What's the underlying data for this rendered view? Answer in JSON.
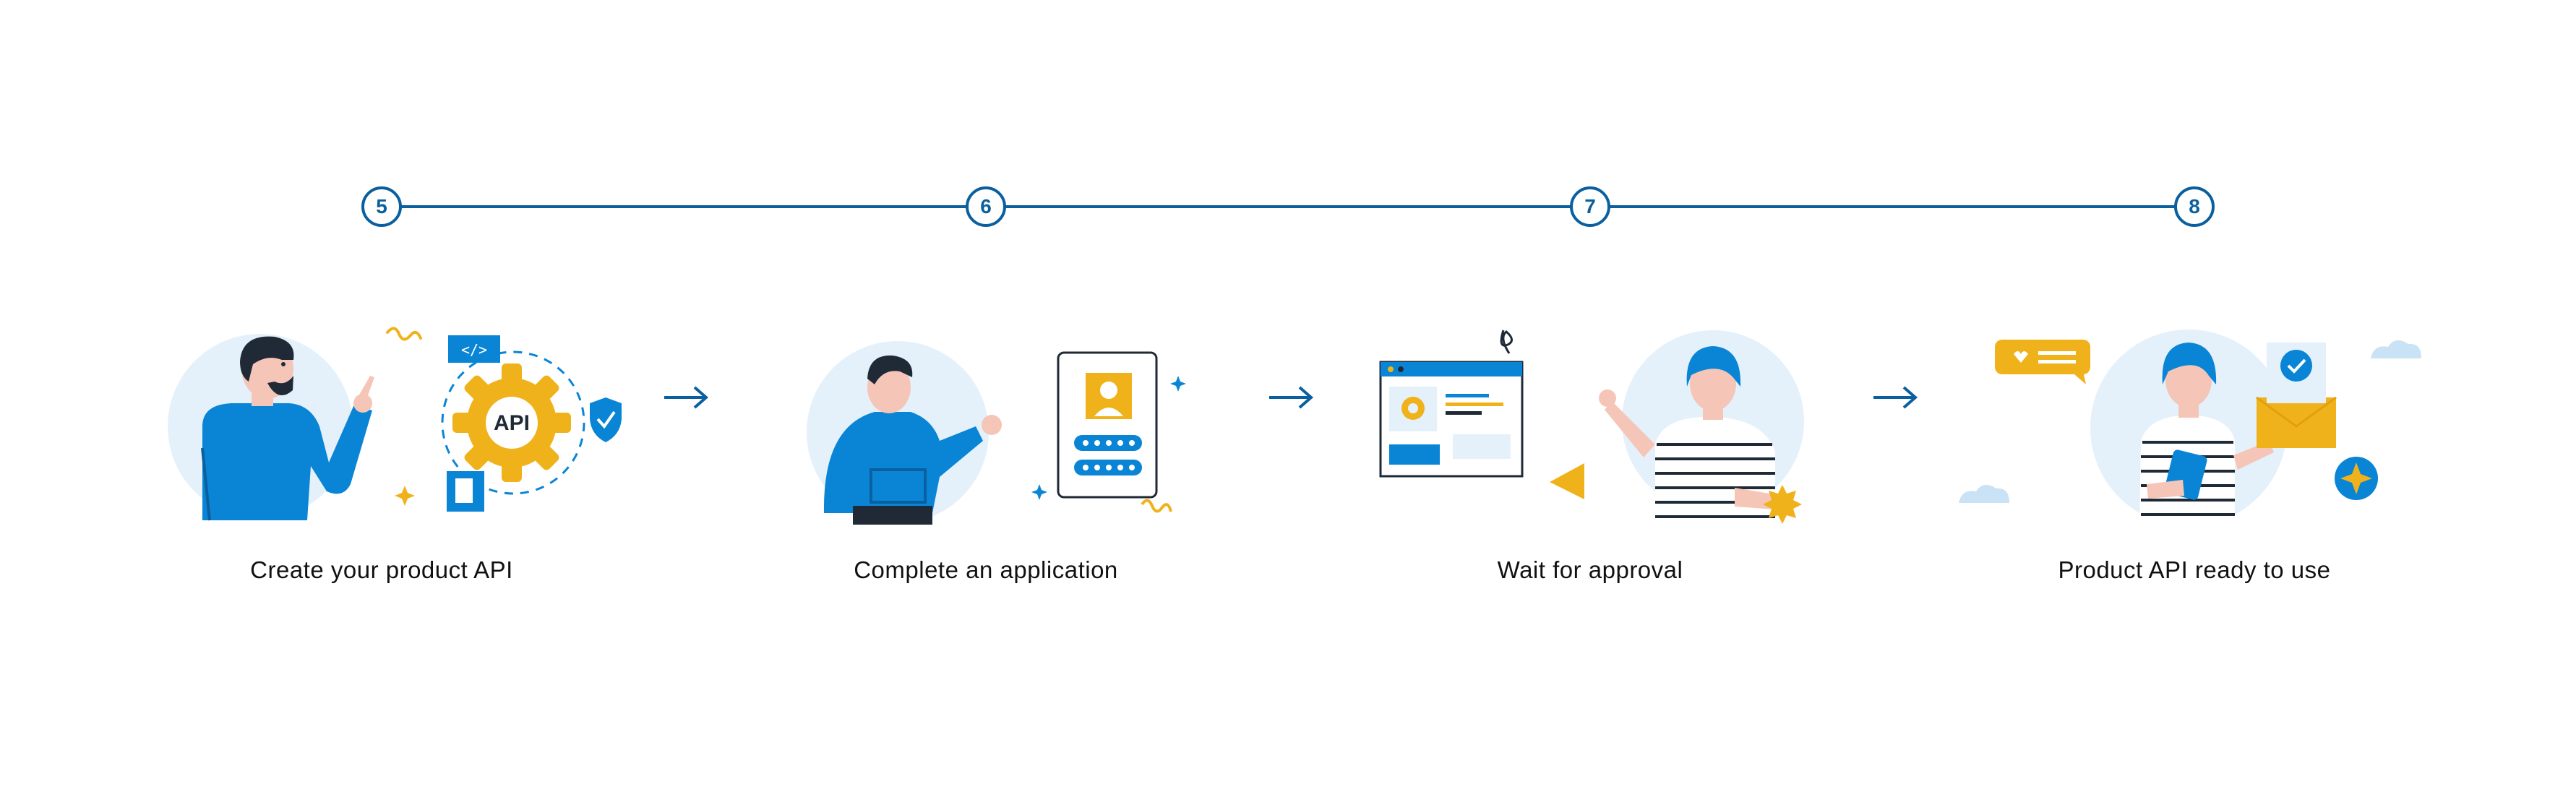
{
  "steps": [
    {
      "number": "5",
      "label": "Create your product API"
    },
    {
      "number": "6",
      "label": "Complete an application"
    },
    {
      "number": "7",
      "label": "Wait for approval"
    },
    {
      "number": "8",
      "label": "Product API ready to use"
    }
  ],
  "illustration_text": {
    "api_gear": "API"
  },
  "colors": {
    "primary_blue": "#0a5f9e",
    "bright_blue": "#0a85d6",
    "circle_bg": "#e4f1fb",
    "accent_yellow": "#f0b21a"
  }
}
